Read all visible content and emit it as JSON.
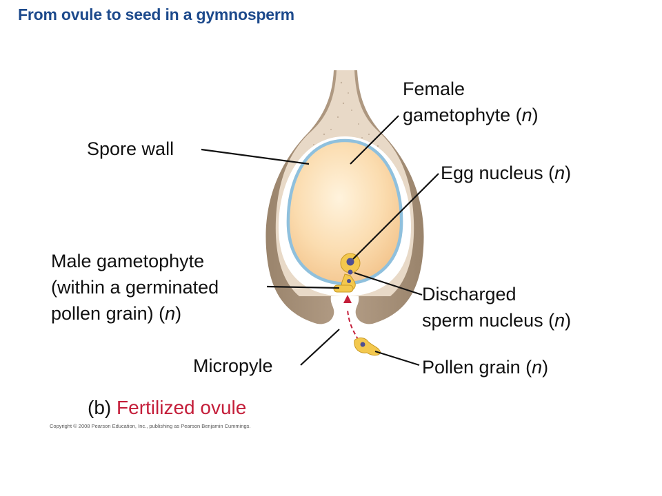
{
  "title": "From ovule to seed in a gymnosperm",
  "labels": {
    "female_gametophyte": {
      "line1": "Female",
      "line2": "gametophyte (",
      "n": "n",
      "close": ")"
    },
    "spore_wall": "Spore wall",
    "egg_nucleus": {
      "text": "Egg nucleus (",
      "n": "n",
      "close": ")"
    },
    "male_gametophyte": {
      "line1": "Male gametophyte",
      "line2": "(within a germinated",
      "line3": "pollen grain) (",
      "n": "n",
      "close": ")"
    },
    "discharged_sperm": {
      "line1": "Discharged",
      "line2": "sperm nucleus (",
      "n": "n",
      "close": ")"
    },
    "micropyle": "Micropyle",
    "pollen_grain": {
      "text": "Pollen grain (",
      "n": "n",
      "close": ")"
    }
  },
  "caption": {
    "part": "(b)",
    "text": "Fertilized ovule"
  },
  "copyright": "Copyright © 2008 Pearson Education, Inc., publishing as Pearson Benjamin Cummings.",
  "colors": {
    "title": "#1d4a8c",
    "integument": "#a58f78",
    "spore_wall": "#8fc0dd",
    "gametophyte": "#f9d9a8",
    "pollen": "#f3c84e",
    "nucleus": "#4e4f93",
    "arrow": "#c41e3a"
  }
}
